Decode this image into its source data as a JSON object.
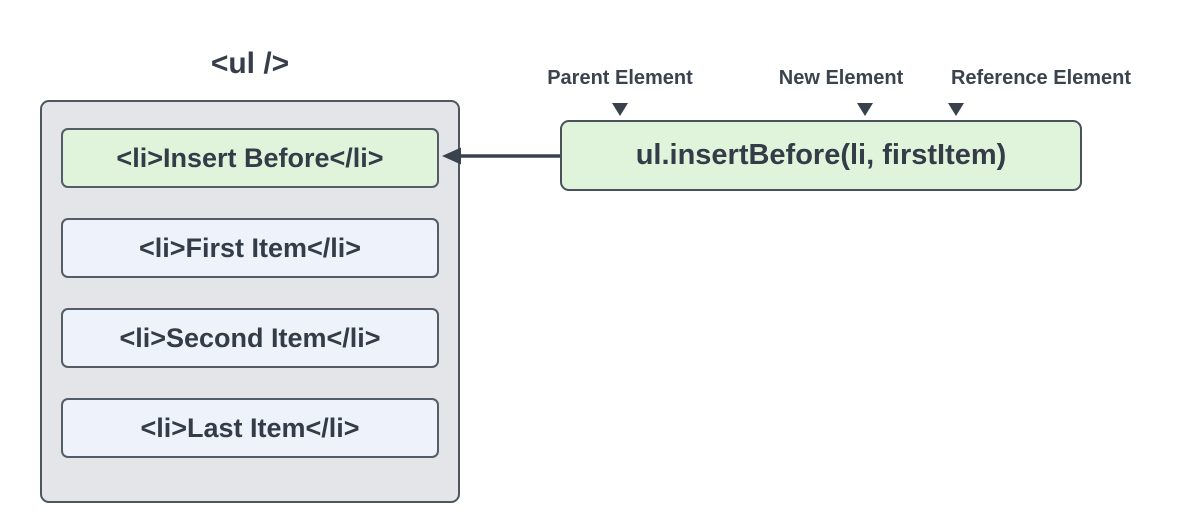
{
  "diagram": {
    "ul_title": "<ul />",
    "list_items": [
      {
        "label": "<li>Insert Before</li>",
        "variant": "green"
      },
      {
        "label": "<li>First Item</li>",
        "variant": "blue"
      },
      {
        "label": "<li>Second Item</li>",
        "variant": "blue"
      },
      {
        "label": "<li>Last Item</li>",
        "variant": "blue"
      }
    ],
    "code_box": {
      "code": "ul.insertBefore(li, firstItem)"
    },
    "annotations": [
      {
        "label": "Parent Element",
        "points_to": "ul"
      },
      {
        "label": "New Element",
        "points_to": "li"
      },
      {
        "label": "Reference Element",
        "points_to": "firstItem"
      }
    ],
    "colors": {
      "highlight_green_fill": "#e0f4dc",
      "item_blue_fill": "#edf2fb",
      "container_gray_fill": "#e3e5e8",
      "stroke_dark": "#4e565e",
      "text_dark": "#363e49",
      "arrow": "#39424d",
      "background": "#ffffff"
    }
  }
}
